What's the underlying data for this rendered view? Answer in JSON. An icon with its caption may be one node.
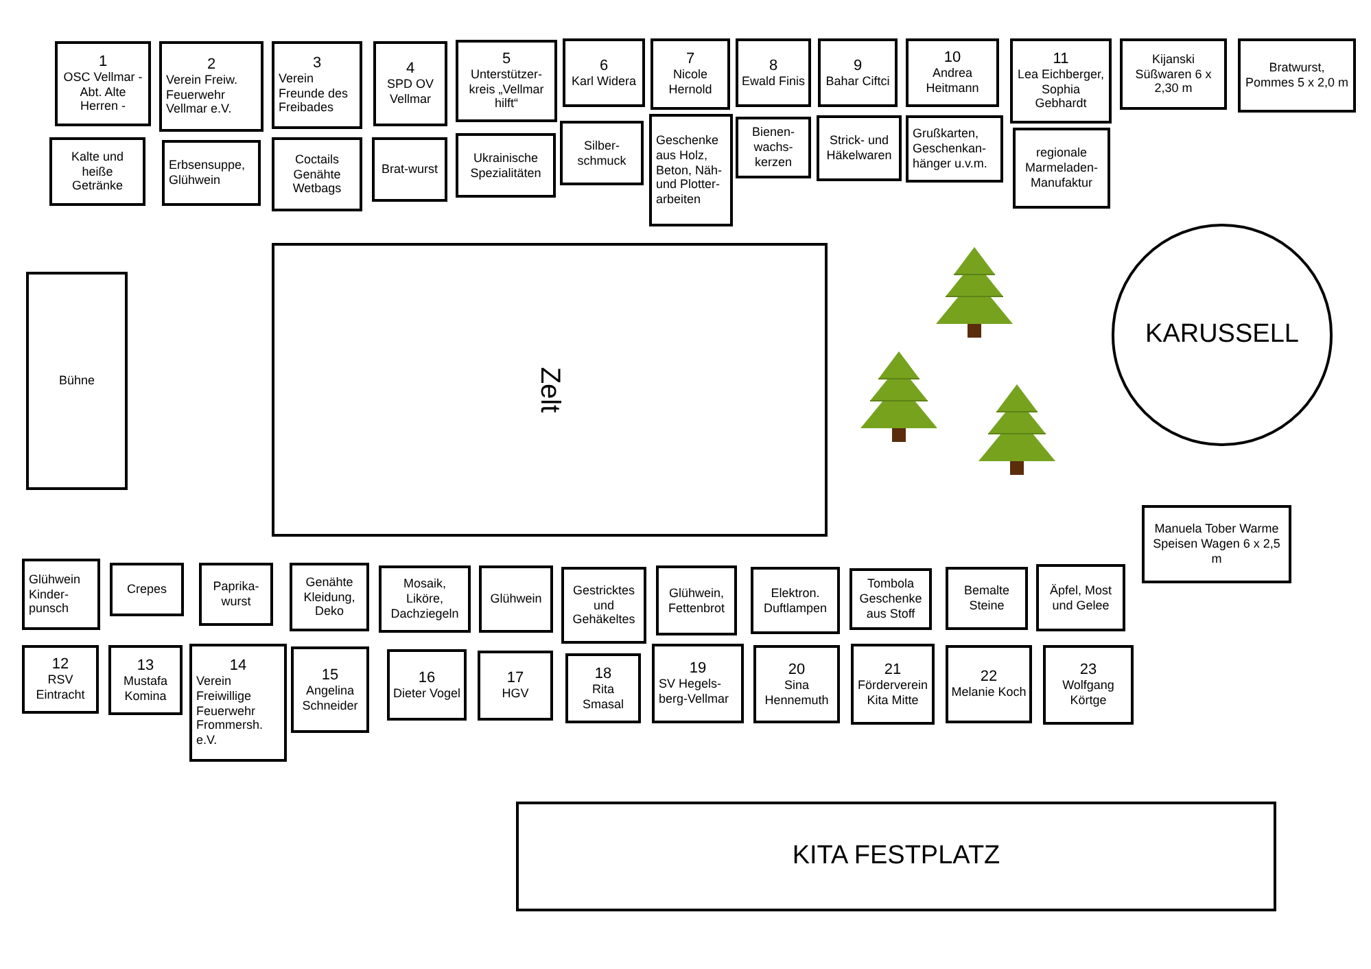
{
  "diagram": {
    "nodes": [
      {
        "text": [
          "1",
          "OSC Vellmar - Abt. Alte Herren -"
        ]
      },
      {
        "text": [
          "2",
          "Verein Freiw. Feuerwehr Vellmar e.V."
        ]
      },
      {
        "text": [
          "3",
          "Verein Freunde des Freibades"
        ]
      },
      {
        "text": [
          "4",
          "SPD OV Vellmar"
        ]
      },
      {
        "text": [
          "5",
          "Unterstützer-kreis „Vellmar hilft“"
        ]
      },
      {
        "text": [
          "6",
          "Karl Widera"
        ]
      },
      {
        "text": [
          "7",
          "Nicole Hernold"
        ]
      },
      {
        "text": [
          "8",
          "Ewald Finis"
        ]
      },
      {
        "text": [
          "9",
          "Bahar Ciftci"
        ]
      },
      {
        "text": [
          "10",
          "Andrea Heitmann"
        ]
      },
      {
        "text": [
          "11",
          "Lea Eichberger, Sophia Gebhardt"
        ]
      },
      {
        "text": [
          "Kijanski Süßwaren 6 x 2,30 m"
        ]
      },
      {
        "text": [
          "Bratwurst, Pommes 5 x 2,0 m"
        ]
      },
      {
        "text": [
          "Kalte und heiße Getränke"
        ]
      },
      {
        "text": [
          "Erbsensuppe, Glühwein"
        ]
      },
      {
        "text": [
          "Coctails Genähte Wetbags"
        ]
      },
      {
        "text": [
          "Brat-wurst"
        ]
      },
      {
        "text": [
          "Ukrainische Spezialitäten"
        ]
      },
      {
        "text": [
          "Silber-schmuck"
        ]
      },
      {
        "text": [
          "Geschenke aus Holz, Beton, Näh- und Plotter-arbeiten"
        ]
      },
      {
        "text": [
          "Bienen-wachs-kerzen"
        ]
      },
      {
        "text": [
          "Strick- und Häkelwaren"
        ]
      },
      {
        "text": [
          "Grußkarten, Geschenkan-hänger u.v.m."
        ]
      },
      {
        "text": [
          "regionale Marmeladen-Manufaktur"
        ]
      },
      {
        "text": [
          "Bühne"
        ]
      },
      {
        "text": [
          "Zelt"
        ]
      },
      {
        "text": [
          "KARUSSELL"
        ]
      },
      {
        "text": [
          "Manuela Tober Warme Speisen Wagen 6 x 2,5 m"
        ]
      },
      {
        "text": [
          "Glühwein Kinder-punsch"
        ]
      },
      {
        "text": [
          "Crepes"
        ]
      },
      {
        "text": [
          "Paprika-wurst"
        ]
      },
      {
        "text": [
          "Genähte Kleidung, Deko"
        ]
      },
      {
        "text": [
          "Mosaik, Liköre, Dachziegeln"
        ]
      },
      {
        "text": [
          "Glühwein"
        ]
      },
      {
        "text": [
          "Gestricktes und Gehäkeltes"
        ]
      },
      {
        "text": [
          "Glühwein, Fettenbrot"
        ]
      },
      {
        "text": [
          "Elektron. Duftlampen"
        ]
      },
      {
        "text": [
          "Tombola Geschenke aus Stoff"
        ]
      },
      {
        "text": [
          "Bemalte Steine"
        ]
      },
      {
        "text": [
          "Äpfel, Most und Gelee"
        ]
      },
      {
        "text": [
          "12",
          "RSV Eintracht"
        ]
      },
      {
        "text": [
          "13",
          "Mustafa Komina"
        ]
      },
      {
        "text": [
          "14",
          "Verein Freiwillige Feuerwehr Frommersh. e.V."
        ]
      },
      {
        "text": [
          "15",
          "Angelina Schneider"
        ]
      },
      {
        "text": [
          "16",
          "Dieter Vogel"
        ]
      },
      {
        "text": [
          "17",
          "HGV"
        ]
      },
      {
        "text": [
          "18",
          "Rita Smasal"
        ]
      },
      {
        "text": [
          "19",
          "SV Hegels-berg-Vellmar"
        ]
      },
      {
        "text": [
          "20",
          "Sina Hennemuth"
        ]
      },
      {
        "text": [
          "21",
          "Förderverein Kita Mitte"
        ]
      },
      {
        "text": [
          "22",
          "Melanie Koch"
        ]
      },
      {
        "text": [
          "23",
          "Wolfgang Körtge"
        ]
      },
      {
        "text": [
          "KITA FESTPLATZ"
        ]
      }
    ],
    "edges": []
  }
}
